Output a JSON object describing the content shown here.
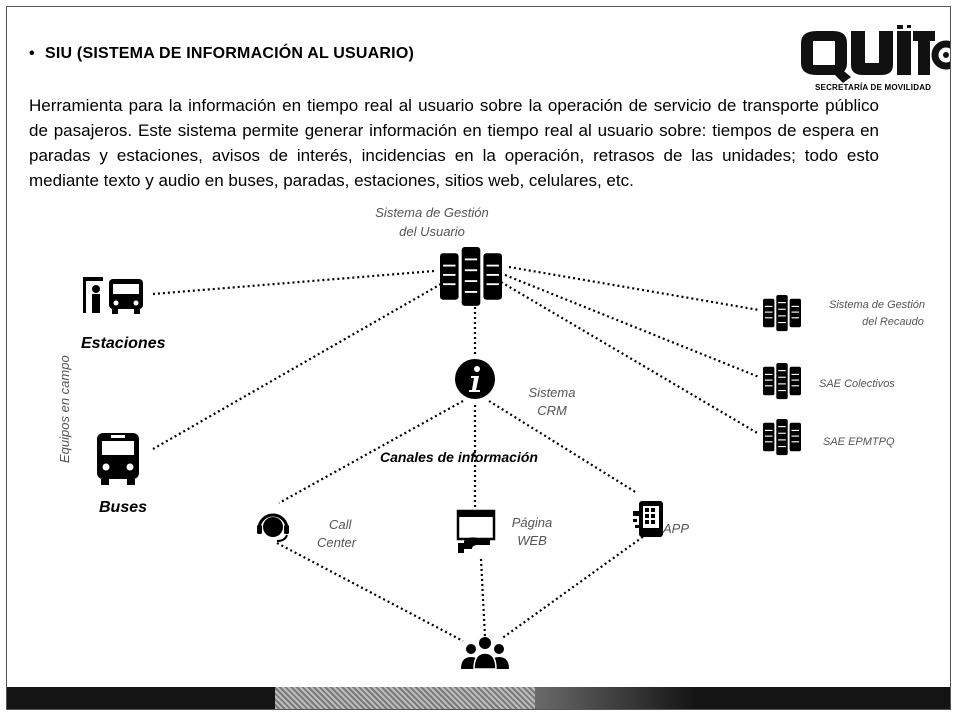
{
  "heading": {
    "bullet": "•",
    "text": "SIU (SISTEMA DE INFORMACIÓN AL USUARIO)"
  },
  "logo": {
    "name": "QUITO",
    "subtitle": "SECRETARÍA DE MOVILIDAD"
  },
  "description": "Herramienta para la información en tiempo real al usuario sobre la operación de servicio de transporte público de pasajeros. Este sistema permite generar información en tiempo real al usuario sobre: tiempos de espera en paradas y estaciones, avisos de interés, incidencias en la operación, retrasos de las unidades; todo esto mediante texto y audio en buses, paradas, estaciones, sitios web, celulares, etc.",
  "diagram": {
    "center_line1": "Sistema de Gestión",
    "center_line2": "del Usuario",
    "field_equipment": "Equipos en campo",
    "estaciones": "Estaciones",
    "buses": "Buses",
    "crm_line1": "Sistema",
    "crm_line2": "CRM",
    "channels": "Canales de información",
    "call_center_line1": "Call",
    "call_center_line2": "Center",
    "web_line1": "Página",
    "web_line2": "WEB",
    "app": "APP",
    "recaudo_line1": "Sistema de Gestión",
    "recaudo_line2": "del Recaudo",
    "sae_colectivos": "SAE Colectivos",
    "sae_epmtpq": "SAE EPMTPQ"
  },
  "icons": {
    "server": "server-icon",
    "station": "station-icon",
    "bus": "bus-icon",
    "info": "info-icon",
    "headset": "headset-icon",
    "web": "web-page-icon",
    "mobile": "mobile-app-icon",
    "users": "users-group-icon"
  },
  "colors": {
    "icon": "#000000",
    "label_gray": "#555555",
    "bottom_bar": "#141414"
  }
}
